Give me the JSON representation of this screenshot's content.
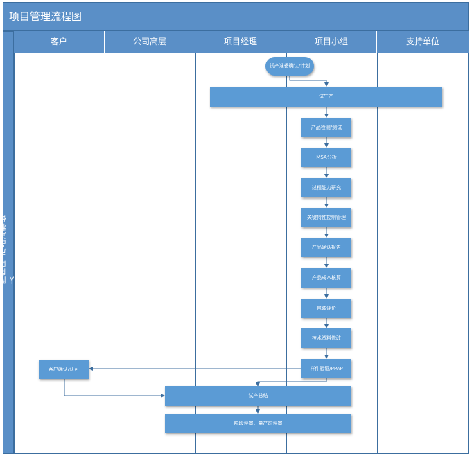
{
  "title": "项目管理流程图",
  "lanes": [
    "客户",
    "公司高层",
    "项目经理",
    "项目小组",
    "支持单位"
  ],
  "phase": "阶段四 产品过程确认",
  "nodes": {
    "start": "试产准备确认/计划",
    "trial_production": "试生产",
    "product_test": "产品检测/测试",
    "msa": "MSA分析",
    "capability": "过程能力研究",
    "key_char": "关键特性控制管理",
    "confirm_report": "产品确认报告",
    "cost_review": "产品成本核算",
    "packaging": "包装评价",
    "doc_revision": "技术资料修改",
    "sample_ppap": "样件验证/PPAP",
    "customer_confirm": "客户确认/认可",
    "trial_summary": "试产总结",
    "phase_review": "阶段评审、量产前评审"
  },
  "colors": {
    "header": "#5a8fc7",
    "node": "#5b9bd5",
    "line": "#3c6e9f"
  }
}
